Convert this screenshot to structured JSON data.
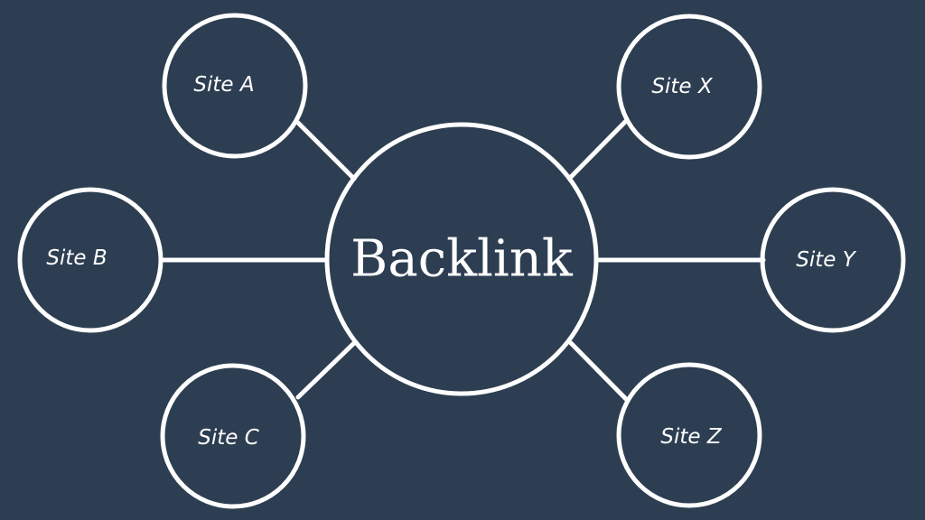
{
  "diagram": {
    "center": {
      "label": "Backlink"
    },
    "nodes": [
      {
        "id": "site-a",
        "label": "Site A"
      },
      {
        "id": "site-b",
        "label": "Site B"
      },
      {
        "id": "site-c",
        "label": "Site C"
      },
      {
        "id": "site-x",
        "label": "Site X"
      },
      {
        "id": "site-y",
        "label": "Site Y"
      },
      {
        "id": "site-z",
        "label": "Site Z"
      }
    ],
    "edges": [
      {
        "from": "backlink",
        "to": "site-a"
      },
      {
        "from": "backlink",
        "to": "site-b"
      },
      {
        "from": "backlink",
        "to": "site-c"
      },
      {
        "from": "backlink",
        "to": "site-x"
      },
      {
        "from": "backlink",
        "to": "site-y"
      },
      {
        "from": "backlink",
        "to": "site-z"
      }
    ]
  },
  "colors": {
    "background": "#2d3e52",
    "stroke": "#ffffff",
    "text": "#ffffff"
  }
}
